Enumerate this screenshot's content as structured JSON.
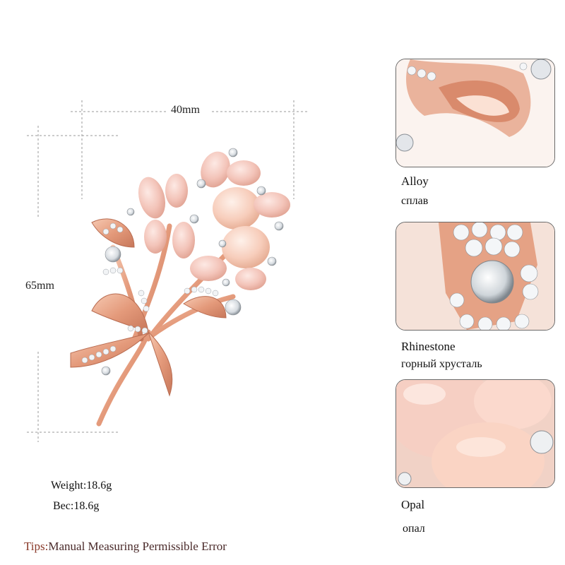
{
  "dimensions": {
    "width_label": "40mm",
    "height_label": "65mm"
  },
  "specs": {
    "weight": "Weight:18.6g",
    "weight_ru": "Bec:18.6g"
  },
  "tips": {
    "prefix": "Tips:",
    "text": "Manual Measuring Permissible Error"
  },
  "materials": [
    {
      "name": "Alloy",
      "name_ru": "сплав"
    },
    {
      "name": "Rhinestone",
      "name_ru": "горный хрусталь"
    },
    {
      "name": "Opal",
      "name_ru": "опал"
    }
  ],
  "colors": {
    "rose_gold": "#e8a58a",
    "opal_pink": "#f4c9bf",
    "rhinestone": "#e8ecef",
    "dimension_line": "#a0a0a0",
    "tips_label": "#8a3a2a"
  }
}
